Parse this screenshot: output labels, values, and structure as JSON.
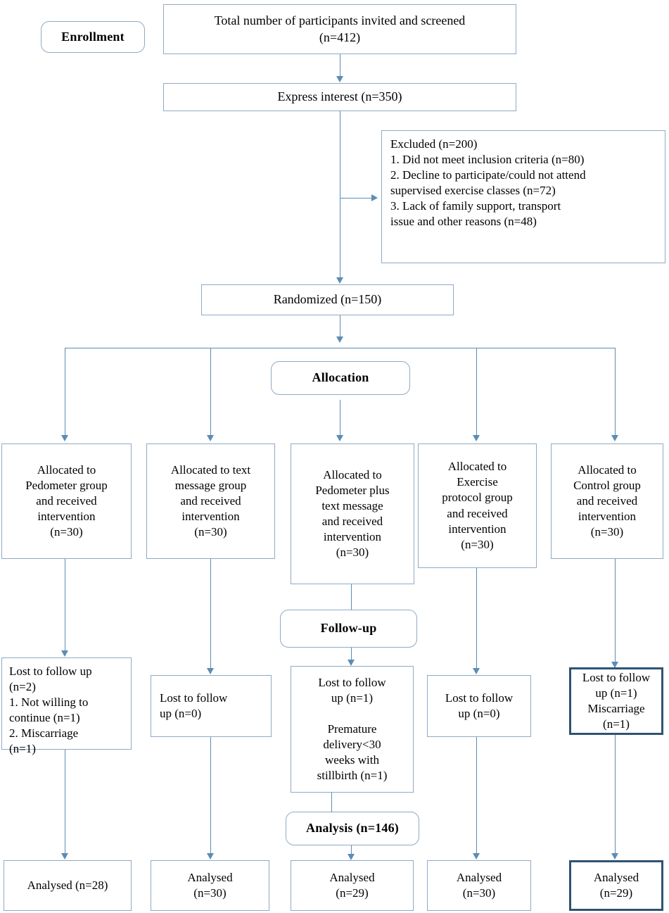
{
  "diagram": {
    "title": "CONSORT participant flow diagram",
    "colors": {
      "line": "#5C8CB4",
      "box_border": "#8FAAC4",
      "highlight_border": "#2E5374",
      "background": "#ffffff",
      "text": "#000000"
    }
  },
  "stage_labels": {
    "enrollment": "Enrollment",
    "allocation": "Allocation",
    "followup": "Follow-up",
    "analysis": "Analysis (n=146)"
  },
  "enrollment": {
    "screened": "Total number of participants invited and screened\n(n=412)",
    "express_interest": "Express interest (n=350)",
    "excluded": "Excluded (n=200)\n1. Did not meet inclusion criteria (n=80)\n2. Decline to participate/could not attend\n    supervised exercise classes (n=72)\n3. Lack of family support, transport\n    issue and other reasons (n=48)",
    "randomized": "Randomized (n=150)"
  },
  "allocation": {
    "boxes": [
      {
        "text": "Allocated to\nPedometer group\nand received\nintervention\n(n=30)",
        "n": 30,
        "group": "Pedometer"
      },
      {
        "text": "Allocated to text\nmessage group\nand received\nintervention\n(n=30)",
        "n": 30,
        "group": "Text message"
      },
      {
        "text": "Allocated to\nPedometer plus\ntext message\nand received\nintervention\n(n=30)",
        "n": 30,
        "group": "Pedometer plus text message"
      },
      {
        "text": "Allocated to\nExercise\nprotocol group\nand received\nintervention\n(n=30)",
        "n": 30,
        "group": "Exercise protocol"
      },
      {
        "text": "Allocated to\nControl group\nand received\nintervention\n(n=30)",
        "n": 30,
        "group": "Control"
      }
    ]
  },
  "followup": {
    "boxes": [
      {
        "text": "Lost to follow up\n(n=2)\n1. Not willing to\ncontinue (n=1)\n2. Miscarriage\n(n=1)",
        "n": 2,
        "highlight": false
      },
      {
        "text": "Lost to follow\nup (n=0)",
        "n": 0,
        "highlight": false
      },
      {
        "text": "Lost to follow\nup (n=1)\n\nPremature\ndelivery<30\nweeks with\nstillbirth (n=1)",
        "n": 1,
        "highlight": false
      },
      {
        "text": "Lost to follow\nup (n=0)",
        "n": 0,
        "highlight": false
      },
      {
        "text": "Lost to follow\nup (n=1)\nMiscarriage\n(n=1)",
        "n": 1,
        "highlight": true
      }
    ]
  },
  "analysis": {
    "boxes": [
      {
        "text": "Analysed (n=28)",
        "n": 28,
        "highlight": false
      },
      {
        "text": "Analysed\n(n=30)",
        "n": 30,
        "highlight": false
      },
      {
        "text": "Analysed\n(n=29)",
        "n": 29,
        "highlight": false
      },
      {
        "text": "Analysed\n(n=30)",
        "n": 30,
        "highlight": false
      },
      {
        "text": "Analysed\n(n=29)",
        "n": 29,
        "highlight": true
      }
    ]
  }
}
